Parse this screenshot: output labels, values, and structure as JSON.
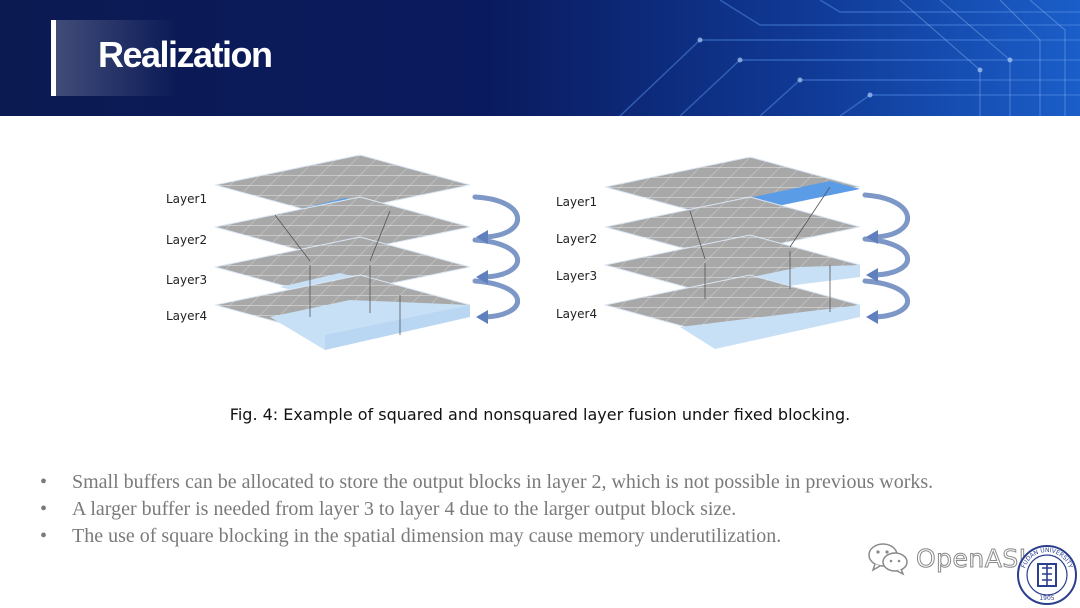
{
  "slide": {
    "title": "Realization",
    "colors": {
      "header_dark": "#0c1a52",
      "header_light": "#1b5ec9",
      "grid_gray": "#a3a3a3",
      "highlight_blue": "#5b9ce6",
      "light_blue": "#c7e0f6",
      "arrow": "#7d97c7"
    }
  },
  "figure": {
    "left_stack_labels": [
      "Layer1",
      "Layer2",
      "Layer3",
      "Layer4"
    ],
    "right_stack_labels": [
      "Layer1",
      "Layer2",
      "Layer3",
      "Layer4"
    ],
    "caption": "Fig. 4: Example of squared and nonsquared layer fusion under fixed blocking."
  },
  "bullets": [
    "Small buffers can be allocated to store the output blocks in layer 2, which is not possible in previous works.",
    "A larger buffer is needed from layer 3 to layer 4 due to the larger output block size.",
    "The use of square blocking in the spatial dimension may cause memory underutilization."
  ],
  "watermark": {
    "text": "OpenASIC",
    "icon": "wechat-icon",
    "seal_text": "FUDAN UNIVERSITY",
    "seal_year": "1905"
  }
}
